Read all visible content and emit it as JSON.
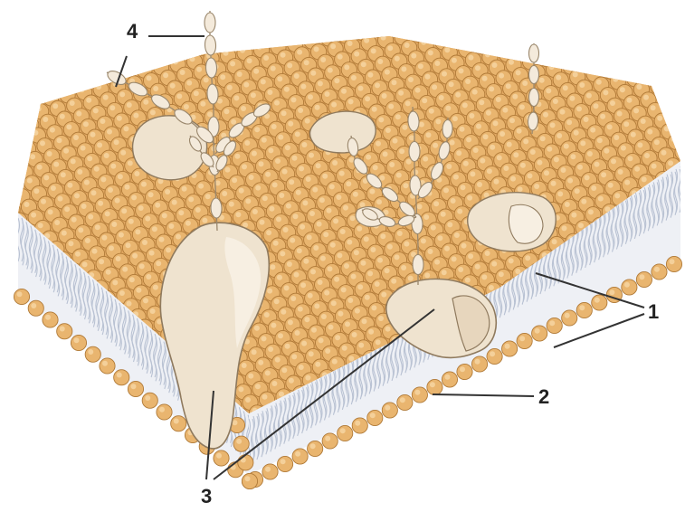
{
  "labels": {
    "one": "1",
    "two": "2",
    "three": "3",
    "four": "4"
  },
  "colors": {
    "head_fill": "#e9b56f",
    "head_stroke": "#b07a38",
    "head_highlight": "#f7d9a8",
    "tail_band": "#eef0f5",
    "tail_line": "#b9c2d3",
    "protein_fill": "#efe3cf",
    "protein_stroke": "#8f7a5e",
    "glyco_fill": "#f4eadb",
    "glyco_stroke": "#9a876c",
    "leader": "#333333",
    "label": "#222222"
  }
}
